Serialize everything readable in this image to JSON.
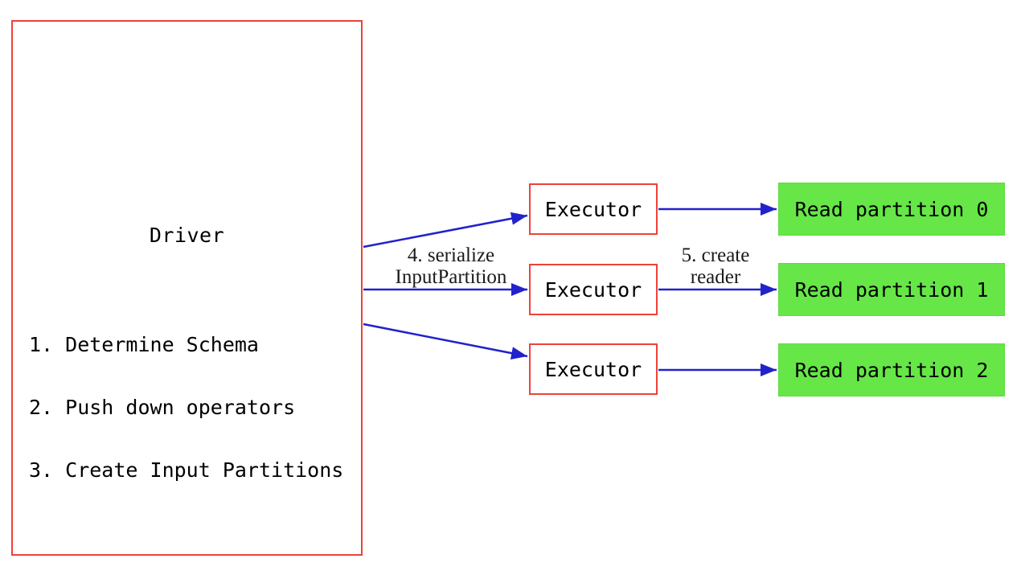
{
  "driver": {
    "title": "Driver",
    "steps": [
      "1. Determine Schema",
      "2. Push down operators",
      "3. Create Input Partitions"
    ]
  },
  "executors": [
    {
      "label": "Executor"
    },
    {
      "label": "Executor"
    },
    {
      "label": "Executor"
    }
  ],
  "partitions": [
    {
      "label": "Read partition 0"
    },
    {
      "label": "Read partition 1"
    },
    {
      "label": "Read partition 2"
    }
  ],
  "edge_labels": {
    "serialize": {
      "line1": "4. serialize",
      "line2": "InputPartition"
    },
    "create_reader": {
      "line1": "5. create",
      "line2": "reader"
    }
  },
  "colors": {
    "box_border_red": "#ee4237",
    "arrow_blue": "#2222cc",
    "partition_green": "#66e647",
    "text_black": "#000000"
  }
}
